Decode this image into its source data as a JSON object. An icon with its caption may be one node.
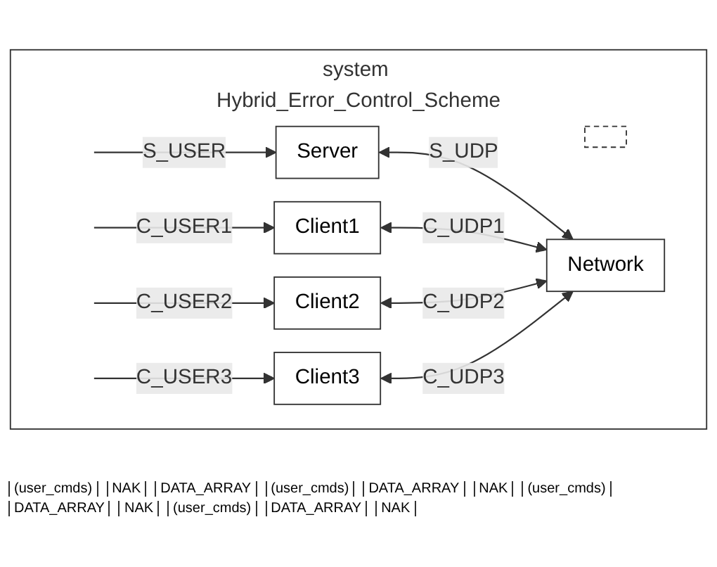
{
  "diagram": {
    "nodes": [
      {
        "text": [
          "system Hybrid_Error_Control_Scheme"
        ]
      },
      {
        "text": [],
        "shape": "box",
        "in": 0
      },
      {
        "text": [
          "Server"
        ],
        "in": 0
      },
      {
        "text": [
          "Client1"
        ],
        "in": 0
      },
      {
        "text": [
          "Client2"
        ],
        "in": 0
      },
      {
        "text": [
          "Client3"
        ],
        "in": 0
      },
      {
        "text": [
          "Network"
        ],
        "in": 0
      }
    ],
    "edges": [
      {
        "from": null,
        "to": 2,
        "arrow": "to",
        "label": "S_USER"
      },
      {
        "from": 2,
        "to": 6,
        "arrow": "both",
        "label": "S_UDP"
      },
      {
        "from": null,
        "to": 3,
        "arrow": "to",
        "label": "C_USER1"
      },
      {
        "from": 3,
        "to": 6,
        "arrow": "both",
        "label": "C_UDP1"
      },
      {
        "from": null,
        "to": 4,
        "arrow": "to",
        "label": "C_USER2"
      },
      {
        "from": 4,
        "to": 6,
        "arrow": "both",
        "label": "C_UDP2"
      },
      {
        "from": null,
        "to": 5,
        "arrow": "to",
        "label": "C_USER3"
      },
      {
        "from": 5,
        "to": 6,
        "arrow": "both",
        "label": "C_UDP3"
      }
    ],
    "labels": [
      "(user_cmds)",
      "NAK",
      "DATA_ARRAY",
      "(user_cmds)",
      "DATA_ARRAY",
      "NAK",
      "(user_cmds)",
      "DATA_ARRAY",
      "NAK",
      "(user_cmds)",
      "DATA_ARRAY",
      "NAK"
    ]
  }
}
